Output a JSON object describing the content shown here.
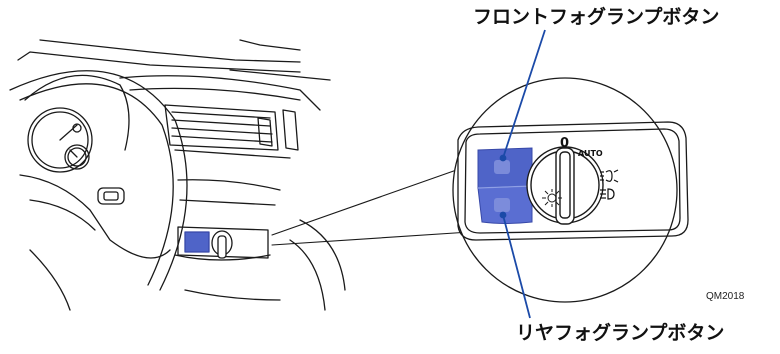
{
  "labels": {
    "front_fog_button": "フロントフォグランプボタン",
    "rear_fog_button": "リヤフォグランプボタン",
    "figure_code": "QM2018"
  },
  "switch_positions": {
    "off": "0",
    "auto": "AUTO"
  },
  "icons": [
    "front-fog-lamp-icon",
    "rear-fog-lamp-icon",
    "low-beam-icon",
    "parking-light-icon",
    "light-switch-knob-icon"
  ],
  "colors": {
    "line": "#1a1a1a",
    "callout_line": "#1b4aa8",
    "fog_button_highlight": "#4f64c8",
    "fog_button_dark": "#3748a8"
  }
}
